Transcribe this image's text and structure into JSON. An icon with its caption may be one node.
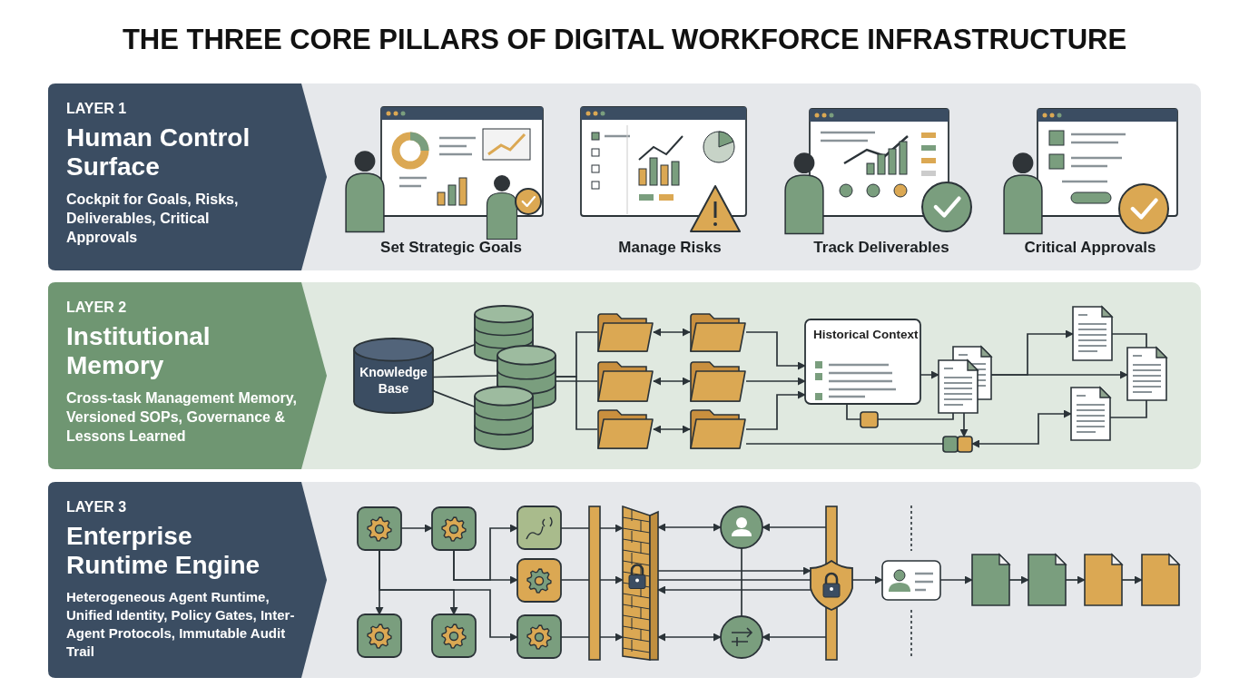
{
  "diagram": {
    "title": "THE THREE CORE PILLARS OF DIGITAL WORKFORCE INFRASTRUCTURE",
    "nodes": [
      {
        "text": [
          "LAYER 1",
          "Human Control Surface",
          "Cockpit for Goals, Risks, Deliverables, Critical Approvals"
        ]
      },
      {
        "text": [
          "LAYER 2",
          "Institutional Memory",
          "Cross-task Management Memory, Versioned SOPs, Governance & Lessons Learned"
        ]
      },
      {
        "text": [
          "Knowledge Base"
        ]
      },
      {
        "text": [],
        "shape": "cylinder"
      },
      {
        "text": [],
        "shape": "cylinder"
      },
      {
        "text": [],
        "shape": "cylinder"
      },
      {
        "text": [],
        "shape": "folder"
      },
      {
        "text": [],
        "shape": "folder"
      },
      {
        "text": [],
        "shape": "folder"
      },
      {
        "text": [],
        "shape": "folder"
      },
      {
        "text": [],
        "shape": "folder"
      },
      {
        "text": [],
        "shape": "folder"
      },
      {
        "text": [
          "Historical Context"
        ]
      },
      {
        "text": [],
        "shape": "box"
      },
      {
        "text": [],
        "shape": "document"
      },
      {
        "text": [],
        "shape": "document"
      },
      {
        "text": [],
        "shape": "document"
      },
      {
        "text": [],
        "shape": "document"
      },
      {
        "text": [],
        "shape": "box"
      },
      {
        "text": [
          "LAYER 3",
          "Enterprise Runtime Engine",
          "Heterogeneous Agent Runtime, Unified Identity, Policy Gates, Inter-Agent Protocols, Immutable Audit Trail"
        ]
      },
      {
        "text": [],
        "shape": "box"
      },
      {
        "text": [],
        "shape": "box"
      },
      {
        "text": [],
        "shape": "box"
      },
      {
        "text": [],
        "shape": "box"
      },
      {
        "text": [],
        "shape": "box"
      },
      {
        "text": [],
        "shape": "box"
      },
      {
        "text": [],
        "shape": "box"
      },
      {
        "text": [],
        "shape": "bar"
      },
      {
        "text": [],
        "shape": "wall"
      },
      {
        "text": [],
        "shape": "circle"
      },
      {
        "text": [],
        "shape": "circle"
      },
      {
        "text": [],
        "shape": "bar"
      },
      {
        "text": [],
        "shape": "shield"
      },
      {
        "text": [],
        "shape": "card"
      },
      {
        "text": [],
        "shape": "document"
      },
      {
        "text": [],
        "shape": "document"
      },
      {
        "text": [],
        "shape": "document"
      },
      {
        "text": [],
        "shape": "document"
      }
    ],
    "edges": [
      {
        "from": 2,
        "to": 3,
        "arrow": "none"
      },
      {
        "from": 2,
        "to": 4,
        "arrow": "none"
      },
      {
        "from": 2,
        "to": 5,
        "arrow": "none"
      },
      {
        "from": 4,
        "to": 6,
        "arrow": "none"
      },
      {
        "from": 4,
        "to": 8,
        "arrow": "none"
      },
      {
        "from": 4,
        "to": 10,
        "arrow": "none"
      },
      {
        "from": 6,
        "to": 7,
        "arrow": "both"
      },
      {
        "from": 8,
        "to": 9,
        "arrow": "both"
      },
      {
        "from": 10,
        "to": 11,
        "arrow": "both"
      },
      {
        "from": 7,
        "to": 12,
        "arrow": "to"
      },
      {
        "from": 9,
        "to": 12,
        "arrow": "to"
      },
      {
        "from": 11,
        "to": 12,
        "arrow": "to"
      },
      {
        "from": 11,
        "to": 18,
        "arrow": "none"
      },
      {
        "from": 12,
        "to": 14,
        "arrow": "to"
      },
      {
        "from": 12,
        "to": 13,
        "arrow": "none"
      },
      {
        "from": 13,
        "to": 14,
        "arrow": "none"
      },
      {
        "from": 14,
        "to": 18,
        "arrow": "to"
      },
      {
        "from": 14,
        "to": 15,
        "arrow": "to"
      },
      {
        "from": 14,
        "to": 16,
        "arrow": "to"
      },
      {
        "from": 15,
        "to": 16,
        "arrow": "none"
      },
      {
        "from": 16,
        "to": 17,
        "arrow": "none"
      },
      {
        "from": 18,
        "to": 17,
        "arrow": "both"
      },
      {
        "from": 20,
        "to": 21,
        "arrow": "to"
      },
      {
        "from": 20,
        "to": 24,
        "arrow": "to"
      },
      {
        "from": 20,
        "to": 25,
        "arrow": "to"
      },
      {
        "from": 20,
        "to": 26,
        "arrow": "to"
      },
      {
        "from": 21,
        "to": 23,
        "arrow": "to"
      },
      {
        "from": 21,
        "to": 22,
        "arrow": "to"
      },
      {
        "from": 22,
        "to": 28,
        "arrow": "to"
      },
      {
        "from": 23,
        "to": 28,
        "arrow": "to"
      },
      {
        "from": 26,
        "to": 28,
        "arrow": "to"
      },
      {
        "from": 28,
        "to": 29,
        "arrow": "both"
      },
      {
        "from": 31,
        "to": 29,
        "arrow": "to"
      },
      {
        "from": 28,
        "to": 30,
        "arrow": "both"
      },
      {
        "from": 31,
        "to": 30,
        "arrow": "to"
      },
      {
        "from": 29,
        "to": 30,
        "arrow": "none"
      },
      {
        "from": 28,
        "to": 32,
        "arrow": "to"
      },
      {
        "from": 28,
        "to": 32,
        "arrow": "none"
      },
      {
        "from": 32,
        "to": 28,
        "arrow": "to"
      },
      {
        "from": 32,
        "to": 33,
        "arrow": "to"
      },
      {
        "from": 33,
        "to": 34,
        "arrow": "to"
      },
      {
        "from": 34,
        "to": 35,
        "arrow": "to"
      },
      {
        "from": 35,
        "to": 36,
        "arrow": "to"
      },
      {
        "from": 36,
        "to": 37,
        "arrow": "to"
      }
    ],
    "labels": [
      "Set Strategic Goals",
      "Manage Risks",
      "Track Deliverables",
      "Critical Approvals"
    ]
  }
}
